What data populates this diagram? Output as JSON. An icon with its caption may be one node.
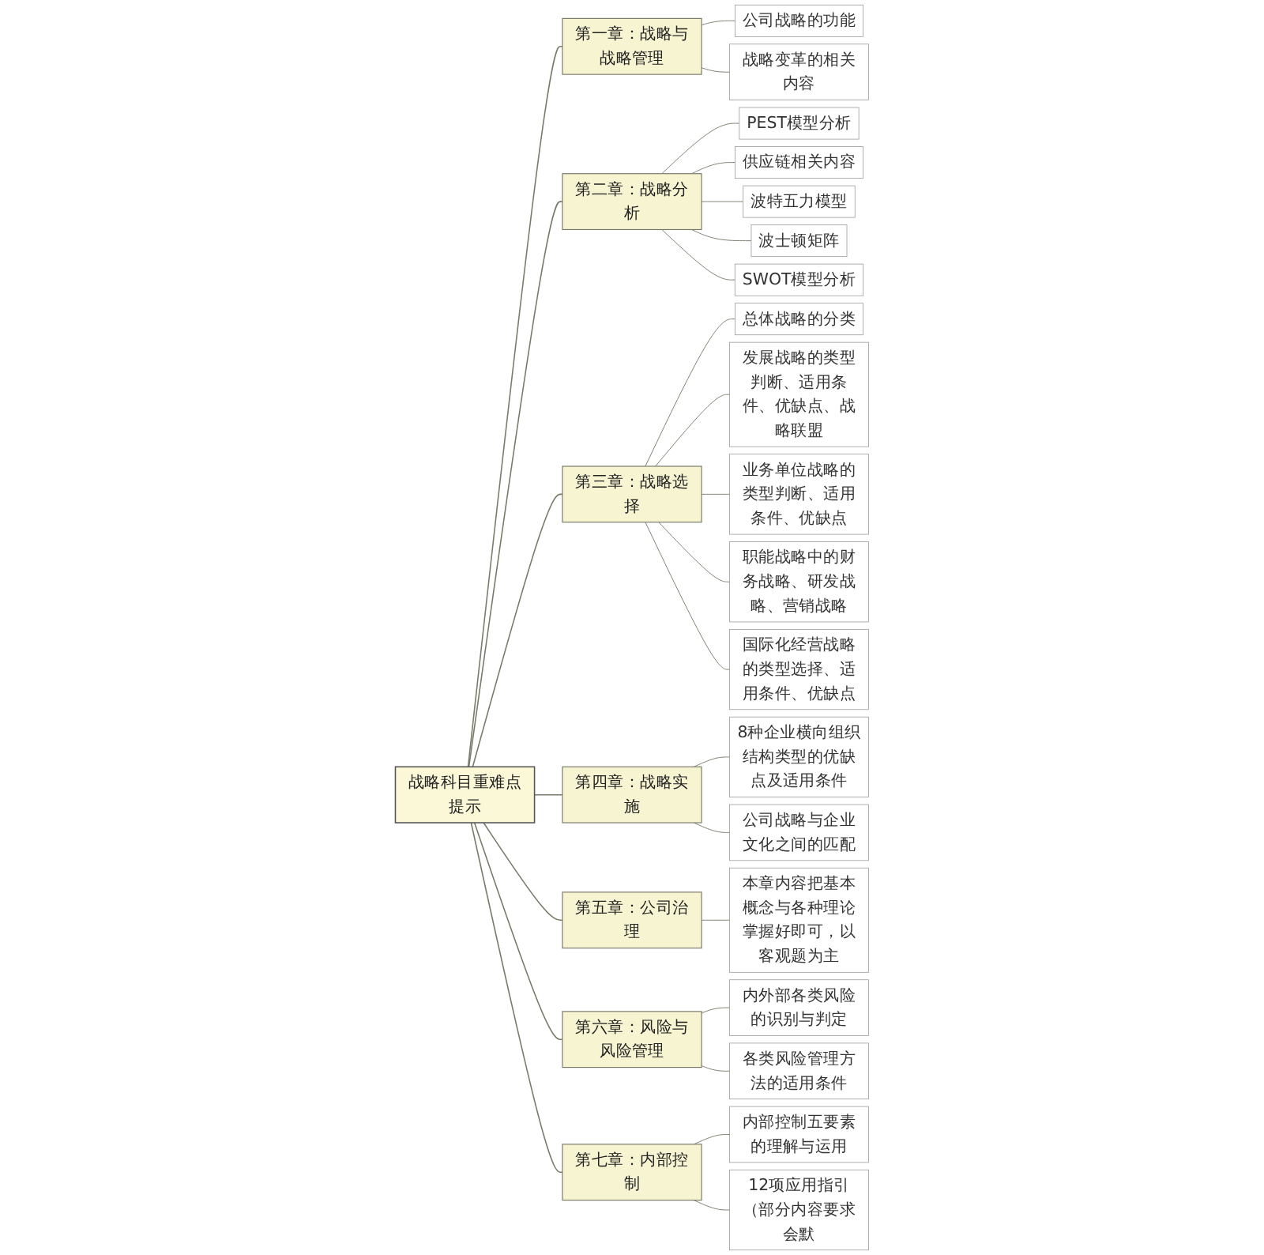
{
  "diagram": {
    "nodes": [
      {
        "text": [
          "战略科目重难点提示"
        ]
      },
      {
        "text": [
          "第一章：战略与战略管理"
        ]
      },
      {
        "text": [
          "公司战略的功能"
        ]
      },
      {
        "text": [
          "战略变革的相关内容"
        ]
      },
      {
        "text": [
          "第二章：战略分析"
        ]
      },
      {
        "text": [
          "PEST模型分析"
        ]
      },
      {
        "text": [
          "供应链相关内容"
        ]
      },
      {
        "text": [
          "波特五力模型"
        ]
      },
      {
        "text": [
          "波士顿矩阵"
        ]
      },
      {
        "text": [
          "SWOT模型分析"
        ]
      },
      {
        "text": [
          "第三章：战略选择"
        ]
      },
      {
        "text": [
          "总体战略的分类"
        ]
      },
      {
        "text": [
          "发展战略的类型判断、适用条件、优缺点、战略联盟"
        ]
      },
      {
        "text": [
          "业务单位战略的类型判断、适用条件、优缺点"
        ]
      },
      {
        "text": [
          "职能战略中的财务战略、研发战略、营销战略"
        ]
      },
      {
        "text": [
          "国际化经营战略的类型选择、适用条件、优缺点"
        ]
      },
      {
        "text": [
          "第四章：战略实施"
        ]
      },
      {
        "text": [
          "8种企业横向组织结构类型的优缺点及适用条件"
        ]
      },
      {
        "text": [
          "公司战略与企业文化之间的匹配"
        ]
      },
      {
        "text": [
          "第五章：公司治理"
        ]
      },
      {
        "text": [
          "本章内容把基本概念与各种理论掌握好即可，以客观题为主"
        ]
      },
      {
        "text": [
          "第六章：风险与风险管理"
        ]
      },
      {
        "text": [
          "内外部各类风险的识别与判定"
        ]
      },
      {
        "text": [
          "各类风险管理方法的适用条件"
        ]
      },
      {
        "text": [
          "第七章：内部控制"
        ]
      },
      {
        "text": [
          "内部控制五要素的理解与运用"
        ]
      },
      {
        "text": [
          "12项应用指引（部分内容要求会默"
        ]
      }
    ],
    "edges": [
      {
        "from": 0,
        "to": 1,
        "arrow": "none"
      },
      {
        "from": 1,
        "to": 2,
        "arrow": "none"
      },
      {
        "from": 1,
        "to": 3,
        "arrow": "none"
      },
      {
        "from": 0,
        "to": 4,
        "arrow": "none"
      },
      {
        "from": 4,
        "to": 5,
        "arrow": "none"
      },
      {
        "from": 4,
        "to": 6,
        "arrow": "none"
      },
      {
        "from": 4,
        "to": 7,
        "arrow": "none"
      },
      {
        "from": 4,
        "to": 8,
        "arrow": "none"
      },
      {
        "from": 4,
        "to": 9,
        "arrow": "none"
      },
      {
        "from": 0,
        "to": 10,
        "arrow": "none"
      },
      {
        "from": 10,
        "to": 11,
        "arrow": "none"
      },
      {
        "from": 10,
        "to": 12,
        "arrow": "none"
      },
      {
        "from": 10,
        "to": 13,
        "arrow": "none"
      },
      {
        "from": 10,
        "to": 14,
        "arrow": "none"
      },
      {
        "from": 10,
        "to": 15,
        "arrow": "none"
      },
      {
        "from": 0,
        "to": 16,
        "arrow": "none"
      },
      {
        "from": 16,
        "to": 17,
        "arrow": "none"
      },
      {
        "from": 16,
        "to": 18,
        "arrow": "none"
      },
      {
        "from": 0,
        "to": 19,
        "arrow": "none"
      },
      {
        "from": 19,
        "to": 20,
        "arrow": "none"
      },
      {
        "from": 0,
        "to": 21,
        "arrow": "none"
      },
      {
        "from": 21,
        "to": 22,
        "arrow": "none"
      },
      {
        "from": 21,
        "to": 23,
        "arrow": "none"
      },
      {
        "from": 0,
        "to": 24,
        "arrow": "none"
      },
      {
        "from": 24,
        "to": 25,
        "arrow": "none"
      },
      {
        "from": 24,
        "to": 26,
        "arrow": "none"
      }
    ]
  }
}
